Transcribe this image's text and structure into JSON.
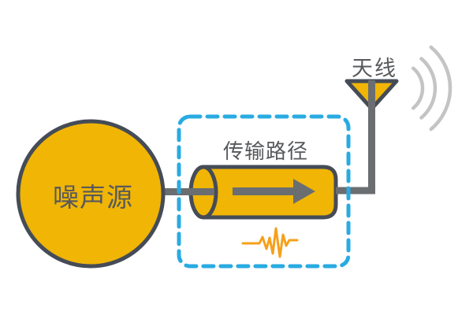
{
  "palette": {
    "background": "#FFFFFF",
    "node_fill": "#F0B505",
    "node_stroke": "#454C57",
    "connector": "#6B6E71",
    "label_text": "#57595C",
    "highlight": "#29ABE2",
    "noise_wave": "#F5A01B",
    "radio_wave": "#C4C4C4"
  },
  "nodes": {
    "noise_source": {
      "label": "噪声源",
      "shape": "circle"
    },
    "transmission_path": {
      "label": "传输路径",
      "shape": "cylinder",
      "highlighted": true
    },
    "antenna": {
      "label": "天线",
      "shape": "antenna-triangle"
    }
  },
  "icons": {
    "flow_arrow": "right-arrow-icon",
    "noise_burst": "noise-waveform-icon",
    "radiation": "radio-waves-icon"
  },
  "highlight_box": {
    "style": "dashed",
    "encloses": "transmission_path"
  }
}
